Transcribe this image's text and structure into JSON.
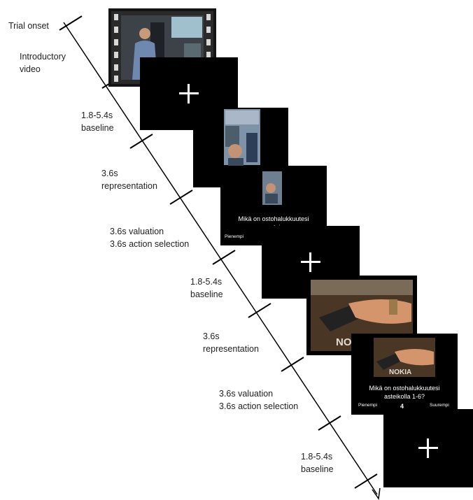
{
  "labels": {
    "trial_onset": "Trial onset",
    "intro_1": "Introductory",
    "intro_2": "video",
    "baseline1_time": "1.8-5.4s",
    "baseline1_name": "baseline",
    "rep1_time": "3.6s",
    "rep1_name": "representation",
    "val1_a": "3.6s valuation",
    "val1_b": "3.6s action selection",
    "baseline2_time": "1.8-5.4s",
    "baseline2_name": "baseline",
    "rep2_time": "3.6s",
    "rep2_name": "representation",
    "val2_a": "3.6s valuation",
    "val2_b": "3.6s action selection",
    "baseline3_time": "1.8-5.4s",
    "baseline3_name": "baseline"
  },
  "screens": {
    "q1_line1": "Mikä on ostohalukkuutesi",
    "q1_line2": "astei",
    "q1_scale_left": "Pienempi",
    "q2_line1": "Mikä on ostohalukkuutesi",
    "q2_line2": "asteikolla 1-6?",
    "q2_scale_left": "Pienempi",
    "q2_scale_value": "4",
    "q2_scale_right": "Suurempi",
    "nokia_text": "NOKIA"
  },
  "colors": {
    "screen": "#000000",
    "text": "#222222",
    "fixation": "#ffffff"
  }
}
